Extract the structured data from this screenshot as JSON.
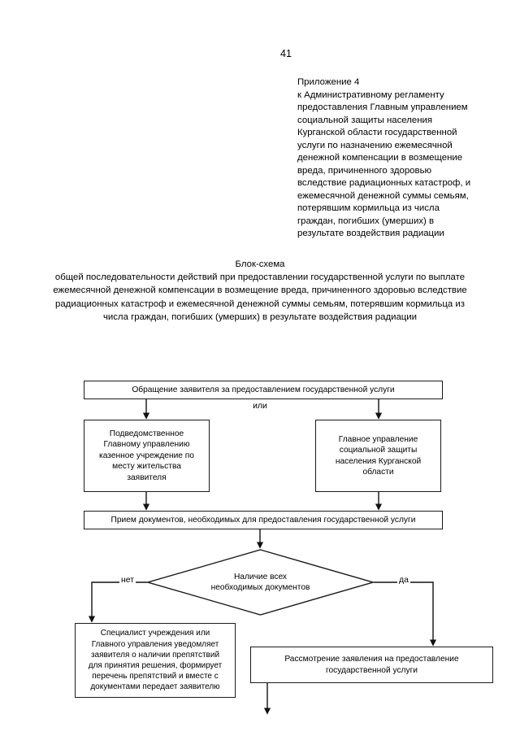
{
  "document": {
    "page_number": "41",
    "appendix": "Приложение 4\nк Административному регламенту\nпредоставления Главным управлением\nсоциальной защиты населения\nКурганской области государственной\nуслуги по назначению ежемесячной\nденежной компенсации в возмещение\nвреда, причиненного здоровью\nвследствие радиационных катастроф, и\nежемесячной денежной суммы семьям,\nпотерявшим кормильца из числа\nграждан, погибших (умерших) в\nрезультате воздействия радиации",
    "title": "Блок-схема",
    "subtitle": "общей последовательности действий при предоставлении государственной услуги по выплате ежемесячной денежной компенсации в возмещение вреда, причиненного здоровью вследствие радиационных катастроф и ежемесячной денежной суммы семьям, потерявшим кормильца из числа граждан, погибших (умерших) в результате воздействия радиации"
  },
  "flowchart": {
    "nodes": {
      "request": "Обращение заявителя за предоставлением государственной услуги",
      "subordinate_institution": "Подведомственное\nГлавному управлению\nказенное учреждение по\nместу жительства\nзаявителя",
      "main_department": "Главное управление\nсоциальной защиты\nнаселения Курганской\nобласти",
      "accept_documents": "Прием документов, необходимых для предоставления государственной услуги",
      "decision": "Наличие всех\nнеобходимых документов",
      "specialist_notice": "Специалист учреждения или\nГлавного управления уведомляет\nзаявителя о наличии препятствий\nдля принятия решения, формирует\nперечень препятствий и вместе с\nдокументами передает заявителю",
      "review_application": "Рассмотрение заявления на предоставление\nгосударственной услуги"
    },
    "labels": {
      "or": "или",
      "no": "нет",
      "yes": "да"
    },
    "colors": {
      "stroke": "#1a1a1a",
      "fill": "#ffffff",
      "page_background": "#ffffff"
    }
  }
}
